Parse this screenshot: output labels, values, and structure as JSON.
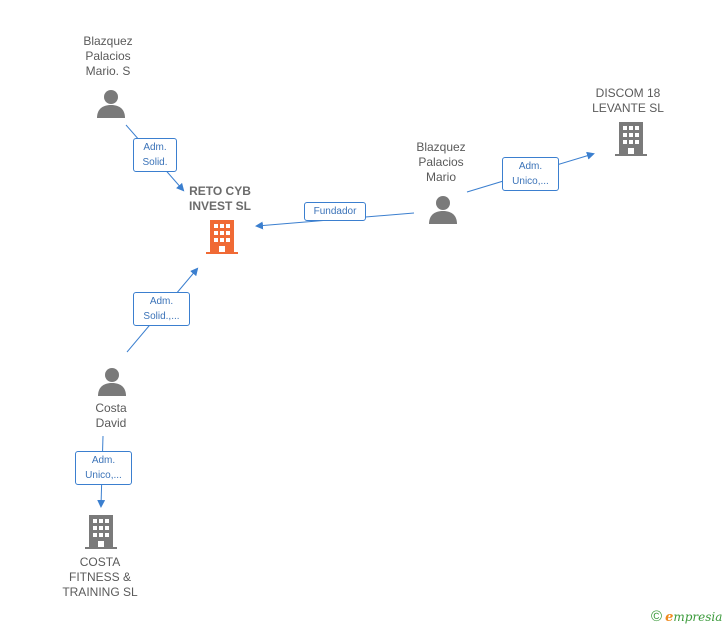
{
  "nodes": {
    "blazquez_s": {
      "label": "Blazquez\nPalacios\nMario.  S",
      "icon": "person-icon"
    },
    "reto": {
      "label": "RETO CYB\nINVEST  SL",
      "icon": "building-icon"
    },
    "blazquez_mario": {
      "label": "Blazquez\nPalacios\nMario",
      "icon": "person-icon"
    },
    "discom": {
      "label": "DISCOM 18\nLEVANTE  SL",
      "icon": "building-icon"
    },
    "costa_david": {
      "label": "Costa\nDavid",
      "icon": "person-icon"
    },
    "costa_fitness": {
      "label": "COSTA\nFITNESS &\nTRAINING  SL",
      "icon": "building-icon"
    }
  },
  "edges": {
    "e1": {
      "label": "Adm.\nSolid."
    },
    "e2": {
      "label": "Fundador"
    },
    "e3": {
      "label": "Adm.\nUnico,..."
    },
    "e4": {
      "label": "Adm.\nSolid.,..."
    },
    "e5": {
      "label": "Adm.\nUnico,..."
    }
  },
  "colors": {
    "edge": "#3b7fcf",
    "person": "#7a7a7a",
    "building": "#7a7a7a",
    "building_main": "#f06a35"
  },
  "footer": {
    "copyright_symbol": "©",
    "brand_initial": "e",
    "brand_rest": "mpresia"
  }
}
